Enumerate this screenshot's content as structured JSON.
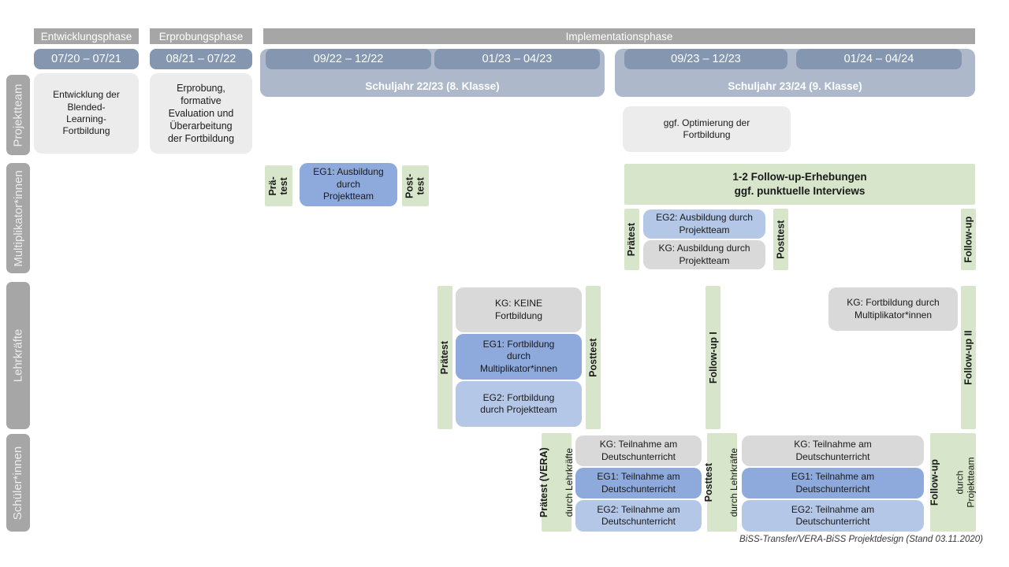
{
  "colors": {
    "phase_gray": "#a6a6a6",
    "date_blue": "#8496b0",
    "year_blue": "#adb9ca",
    "box_light_gray": "#ececec",
    "box_gray": "#d9d9d9",
    "blue_medium": "#8ea9db",
    "blue_light": "#b4c7e7",
    "green": "#d7e6ca"
  },
  "header": {
    "phases": [
      {
        "label": "Entwicklungsphase"
      },
      {
        "label": "Erprobungsphase"
      },
      {
        "label": "Implementationsphase"
      }
    ],
    "date_ranges": [
      "07/20 – 07/21",
      "08/21 – 07/22",
      "09/22 – 12/22",
      "01/23 – 04/23",
      "09/23 – 12/23",
      "01/24 – 04/24"
    ],
    "school_years": [
      "Schuljahr 22/23 (8. Klasse)",
      "Schuljahr 23/24 (9. Klasse)"
    ]
  },
  "rails": [
    "Projektteam",
    "Multiplikator*innen",
    "Lehrkräfte",
    "Schüler*innen"
  ],
  "projektteam": {
    "entwicklung": "Entwicklung der\nBlended-\nLearning-\nFortbildung",
    "erprobung": "Erprobung,\nformative\nEvaluation und\nÜberarbeitung\nder Fortbildung",
    "optimierung": "ggf. Optimierung der\nFortbildung"
  },
  "multiplikatoren": {
    "praetest_small": "Prä-\ntest",
    "eg1": "EG1: Ausbildung\ndurch\nProjektteam",
    "posttest_small": "Post-\ntest",
    "followup_box": "1-2 Follow-up-Erhebungen\nggf. punktuelle Interviews",
    "praetest": "Prätest",
    "eg2": "EG2: Ausbildung durch\nProjektteam",
    "kg": "KG: Ausbildung durch\nProjektteam",
    "posttest": "Posttest",
    "followup": "Follow-up"
  },
  "lehrkraefte": {
    "praetest": "Prätest",
    "kg": "KG: KEINE\nFortbildung",
    "eg1": "EG1: Fortbildung\ndurch\nMultiplikator*innen",
    "eg2": "EG2: Fortbildung\ndurch Projektteam",
    "posttest": "Posttest",
    "followup1": "Follow-up I",
    "kg2": "KG: Fortbildung durch\nMultiplikator*innen",
    "followup2": "Follow-up II"
  },
  "schueler": {
    "praetest_title": "Prätest (VERA)",
    "praetest_sub": "durch Lehrkräfte",
    "kg1": "KG: Teilnahme am\nDeutschunterricht",
    "eg1_1": "EG1: Teilnahme am\nDeutschunterricht",
    "eg2_1": "EG2: Teilnahme am\nDeutschunterricht",
    "posttest_title": "Posttest",
    "posttest_sub": "durch Lehrkräfte",
    "kg2": "KG: Teilnahme am\nDeutschunterricht",
    "eg1_2": "EG1: Teilnahme am\nDeutschunterricht",
    "eg2_2": "EG2: Teilnahme am\nDeutschunterricht",
    "followup_title": "Follow-up",
    "followup_sub": "durch\nProjektteam"
  },
  "footer": "BiSS-Transfer/VERA-BiSS Projektdesign (Stand 03.11.2020)"
}
